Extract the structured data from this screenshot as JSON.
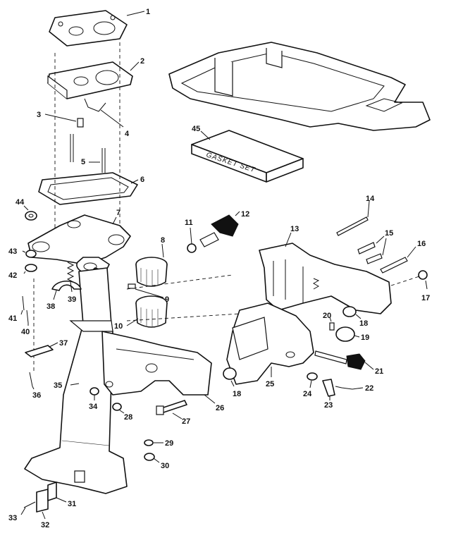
{
  "diagram": {
    "callouts": [
      "1",
      "2",
      "3",
      "4",
      "5",
      "6",
      "7",
      "8",
      "9",
      "10",
      "11",
      "12",
      "13",
      "14",
      "15",
      "16",
      "17",
      "18",
      "18",
      "19",
      "20",
      "21",
      "22",
      "23",
      "24",
      "25",
      "26",
      "27",
      "28",
      "29",
      "30",
      "31",
      "32",
      "33",
      "34",
      "35",
      "36",
      "37",
      "38",
      "39",
      "40",
      "41",
      "42",
      "43",
      "44",
      "45"
    ],
    "gasket_pack_label": "GASKET SET"
  }
}
